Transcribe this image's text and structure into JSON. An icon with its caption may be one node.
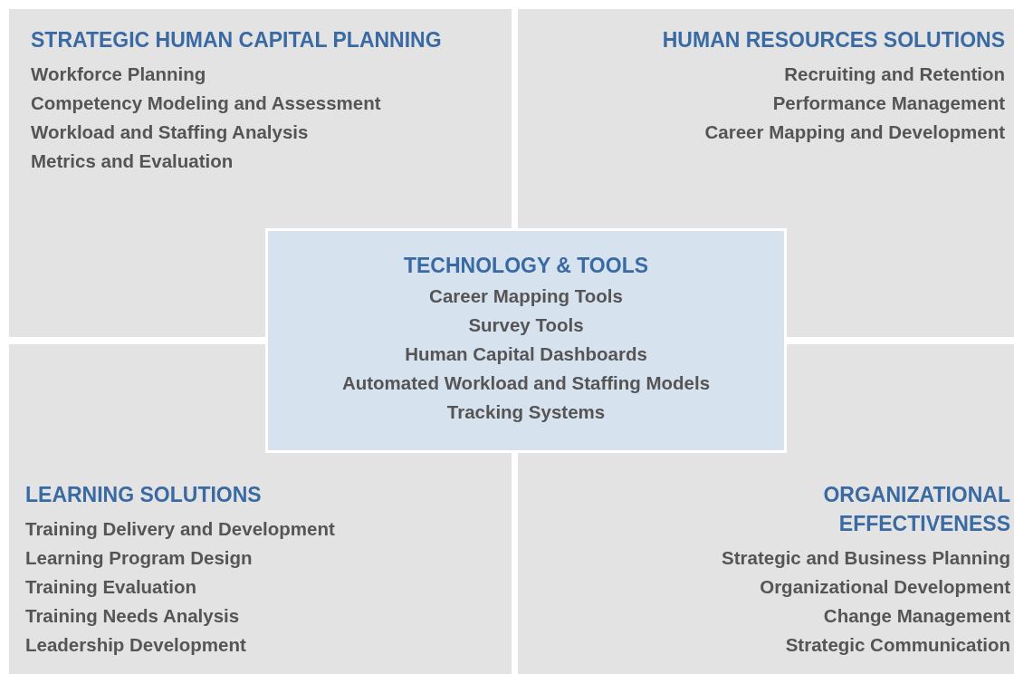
{
  "diagram": {
    "nodes": [
      {
        "text": [
          "STRATEGIC HUMAN CAPITAL PLANNING",
          "Workforce Planning",
          "Competency Modeling and Assessment",
          "Workload and Staffing Analysis",
          "Metrics and Evaluation"
        ]
      },
      {
        "text": [
          "HUMAN RESOURCES SOLUTIONS",
          "Recruiting and Retention",
          "Performance Management",
          "Career Mapping and Development"
        ]
      },
      {
        "text": [
          "LEARNING SOLUTIONS",
          "Training Delivery and Development",
          "Learning Program Design",
          "Training Evaluation",
          "Training Needs Analysis",
          "Leadership Development"
        ]
      },
      {
        "text": [
          "ORGANIZATIONAL EFFECTIVENESS",
          "Strategic and Business Planning",
          "Organizational Development",
          "Change Management",
          "Strategic Communication"
        ]
      },
      {
        "text": [
          "TECHNOLOGY & TOOLS",
          "Career Mapping Tools",
          "Survey Tools",
          "Human Capital Dashboards",
          "Automated Workload and Staffing Models",
          "Tracking Systems"
        ]
      }
    ]
  }
}
